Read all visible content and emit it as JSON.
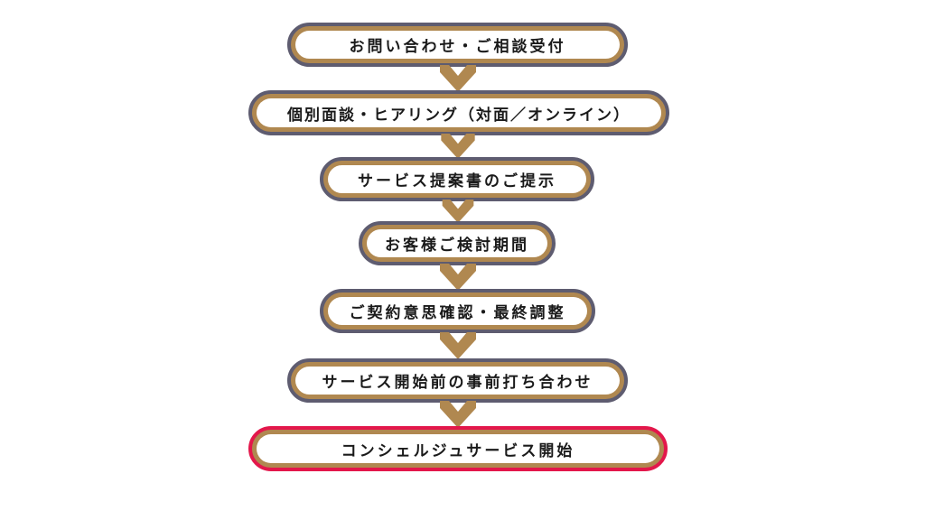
{
  "colors": {
    "gold": "#b08850",
    "border": "#5e5c70",
    "highlight": "#e3174b"
  },
  "steps": [
    {
      "label": "お問い合わせ・ご相談受付"
    },
    {
      "label": "個別面談・ヒアリング（対面／オンライン）"
    },
    {
      "label": "サービス提案書のご提示"
    },
    {
      "label": "お客様ご検討期間"
    },
    {
      "label": "ご契約意思確認・最終調整"
    },
    {
      "label": "サービス開始前の事前打ち合わせ"
    },
    {
      "label": "コンシェルジュサービス開始"
    }
  ]
}
